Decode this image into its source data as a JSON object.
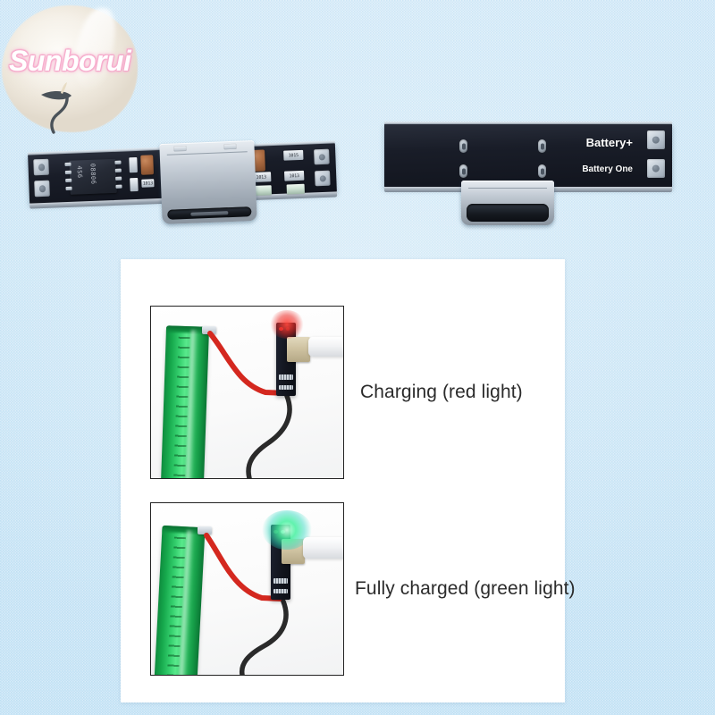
{
  "background": {
    "color": "#cfe8f7",
    "texture": "woven-crosshatch"
  },
  "watermark": {
    "text": "Sunborui",
    "text_color": "#ffffff",
    "outline_color": "#f7a9cb",
    "blob_color": "#f3ece0"
  },
  "panel": {
    "color": "#ffffff"
  },
  "boards": {
    "front": {
      "name": "charging-module-front",
      "ic": {
        "line1": "4S6",
        "line2": "08806"
      },
      "resistors": [
        {
          "label": "1013"
        },
        {
          "label": "1015"
        },
        {
          "label": "1013"
        }
      ],
      "connector": "usb-c-female"
    },
    "back": {
      "name": "charging-module-back",
      "labels": {
        "positive": "Battery+",
        "negative": "Battery One"
      },
      "connector": "usb-c-female"
    }
  },
  "demos": [
    {
      "caption": "Charging (red light)",
      "led_color": "#ff3c2e",
      "battery_color": "#22c55e",
      "state": "charging"
    },
    {
      "caption": "Fully charged (green light)",
      "led_color": "#3ce87f",
      "battery_color": "#22c55e",
      "state": "full"
    }
  ]
}
